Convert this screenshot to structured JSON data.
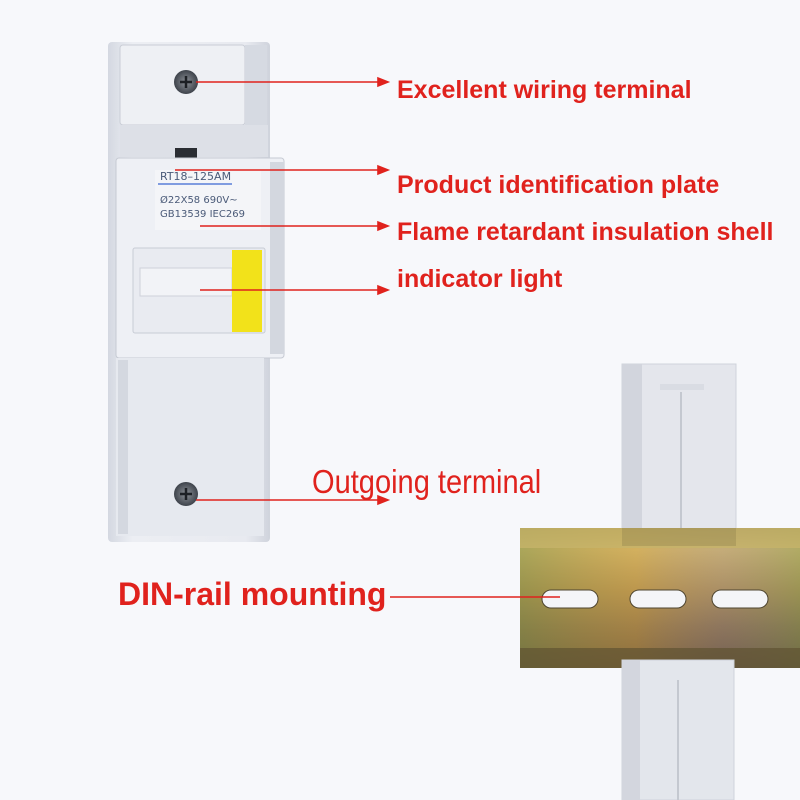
{
  "callouts": {
    "wiring_terminal": "Excellent wiring terminal",
    "identification_plate": "Product identification plate",
    "insulation_shell": "Flame retardant insulation shell",
    "indicator_light": "indicator light",
    "outgoing_terminal": "Outgoing terminal",
    "din_rail": "DIN-rail mounting"
  },
  "product_plate": {
    "model": "RT18–125AM",
    "spec": "Ø22X58  690V~",
    "standards": "GB13539  IEC269"
  },
  "colors": {
    "callout_text": "#e0221d",
    "leader_line": "#e0221d",
    "housing": "#e4e7ee",
    "indicator": "#f2e21a",
    "rail": "#b8a24a"
  }
}
